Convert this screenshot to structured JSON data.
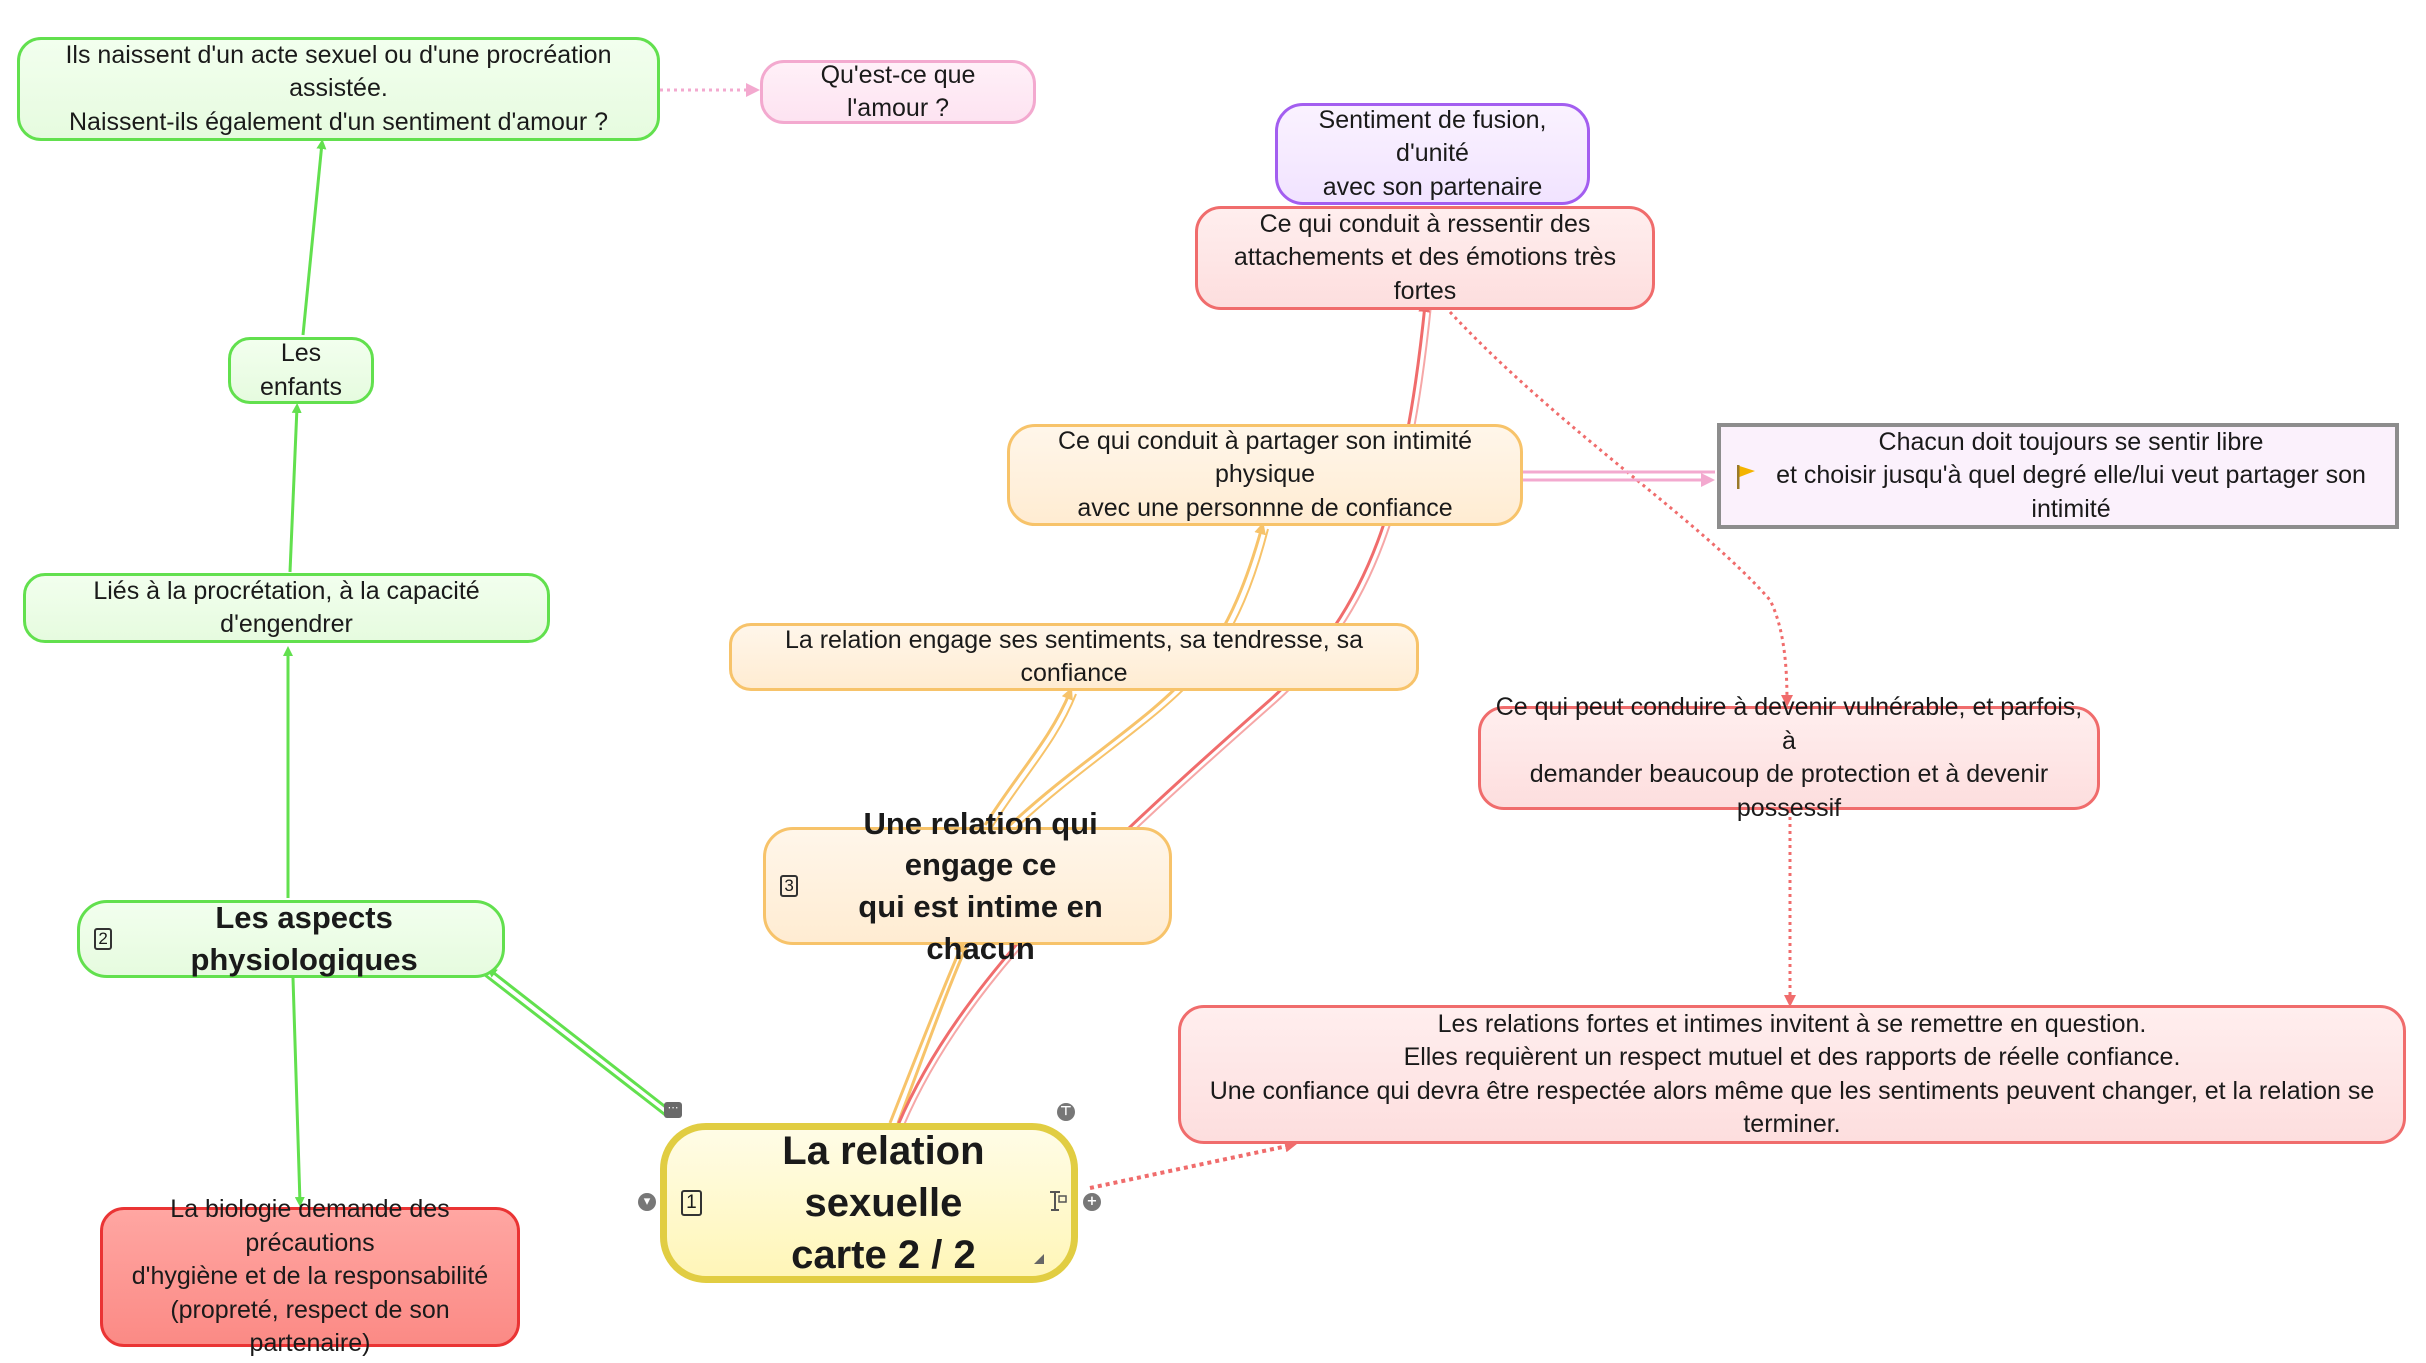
{
  "central": {
    "number": "1",
    "line1": "La relation sexuelle",
    "line2": "carte 2 / 2"
  },
  "branch_physio": {
    "number": "2",
    "label": "Les aspects physiologiques"
  },
  "branch_intime": {
    "number": "3",
    "label": "Une relation qui engage ce\nqui est intime en chacun"
  },
  "nodes": {
    "enfants_question": "Ils naissent d'un acte sexuel ou d'une procréation assistée.\nNaissent-ils également d'un sentiment d'amour ?",
    "amour": "Qu'est-ce que l'amour ?",
    "enfants": "Les enfants",
    "procreation": "Liés à la procrétation, à la capacité d'engendrer",
    "biologie": "La biologie demande des précautions\nd'hygiène et de la responsabilité\n(propreté, respect de son partenaire)",
    "fusion": "Sentiment de fusion, d'unité\navec son partenaire",
    "emotions": "Ce qui conduit à ressentir des\nattachements et des émotions très fortes",
    "intimite": "Ce qui conduit à partager son intimité physique\navec une personnne de confiance",
    "libre": "Chacun doit toujours se sentir libre\net choisir jusqu'à quel degré elle/lui veut partager son intimité",
    "sentiments": "La relation engage ses sentiments, sa tendresse, sa confiance",
    "vulnerable": "Ce qui peut conduire à devenir vulnérable, et parfois, à\ndemander beaucoup de protection et à devenir possessif",
    "relations_fortes": "Les relations fortes et intimes invitent à se remettre en question.\nElles requièrent un respect mutuel et des rapports de réelle confiance.\nUne confiance qui devra être respectée alors même que les sentiments peuvent changer, et la relation se terminer."
  },
  "colors": {
    "green_link": "#62e04e",
    "orange_link": "#f7c36a",
    "red_link": "#f06c6c",
    "pink_link": "#f3a9cf",
    "central_border": "#e1cd42"
  },
  "icons": {
    "flag": "flag-icon",
    "handle_top": "collapse-top-icon",
    "handle_left": "collapse-left-icon",
    "handle_right": "add-child-icon",
    "notes": "notes-icon",
    "link_tool": "link-tool-icon"
  }
}
